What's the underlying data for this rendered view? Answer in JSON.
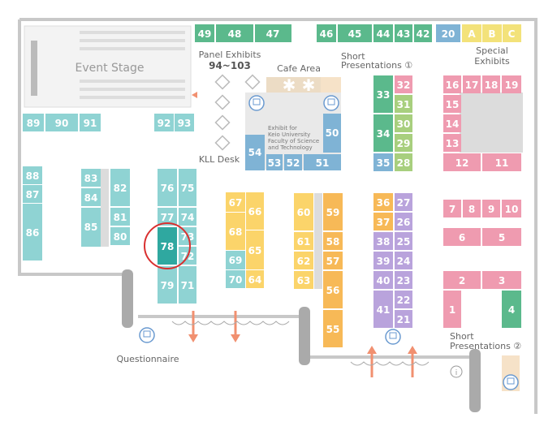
{
  "labels": {
    "event_stage": "Event Stage",
    "panel_exhibits": "Panel Exhibits",
    "panel_range": "94~103",
    "cafe_area": "Cafe Area",
    "short_pres_1": "Short",
    "short_pres_1b": "Presentations ①",
    "special": "Special",
    "special_b": "Exhibits",
    "keio_1": "Exhibit for",
    "keio_2": "Keio University",
    "keio_3": "Faculty of Science",
    "keio_4": "and Technology",
    "kll_desk": "KLL Desk",
    "short_pres_2": "Short",
    "short_pres_2b": "Presentations ②",
    "questionnaire": "Questionnaire"
  },
  "colors": {
    "green": "#5bb98c",
    "blue": "#7fb3d5",
    "teal": "#8fd3d3",
    "highlight": "#2fa8a0",
    "orange": "#f7b957",
    "yellow": "#fbd46a",
    "purple": "#b9a3dc",
    "pink": "#ef9bb0",
    "gray": "#d5d5d5",
    "specialc": "#f3e27a"
  },
  "booths": {
    "b49": "49",
    "b48": "48",
    "b47": "47",
    "b46": "46",
    "b45": "45",
    "b44": "44",
    "b43": "43",
    "b42": "42",
    "b20": "20",
    "bA": "A",
    "bB": "B",
    "bC": "C",
    "b89": "89",
    "b90": "90",
    "b91": "91",
    "b92": "92",
    "b93": "93",
    "b88": "88",
    "b87": "87",
    "b86": "86",
    "b83": "83",
    "b84": "84",
    "b85": "85",
    "b82": "82",
    "b81": "81",
    "b80": "80",
    "b76": "76",
    "b75": "75",
    "b77": "77",
    "b74": "74",
    "b78": "78",
    "b73": "73",
    "b72": "72",
    "b79": "79",
    "b71": "71",
    "b67": "67",
    "b66": "66",
    "b68": "68",
    "b65": "65",
    "b69": "69",
    "b70": "70",
    "b64": "64",
    "b60": "60",
    "b59": "59",
    "b61": "61",
    "b58": "58",
    "b62": "62",
    "b57": "57",
    "b63": "63",
    "b56": "56",
    "b55": "55",
    "b54": "54",
    "b53": "53",
    "b52": "52",
    "b51": "51",
    "b50": "50",
    "b33": "33",
    "b32": "32",
    "b31": "31",
    "b34": "34",
    "b30": "30",
    "b29": "29",
    "b35": "35",
    "b28": "28",
    "b36": "36",
    "b27": "27",
    "b37": "37",
    "b26": "26",
    "b38": "38",
    "b25": "25",
    "b39": "39",
    "b24": "24",
    "b40": "40",
    "b23": "23",
    "b41": "41",
    "b22": "22",
    "b21": "21",
    "b16": "16",
    "b17": "17",
    "b18": "18",
    "b19": "19",
    "b15": "15",
    "b14": "14",
    "b13": "13",
    "b12": "12",
    "b11": "11",
    "b7": "7",
    "b8": "8",
    "b9": "9",
    "b10": "10",
    "b6": "6",
    "b5": "5",
    "b2": "2",
    "b3": "3",
    "b1": "1",
    "b4": "4"
  },
  "highlighted_booth": "78"
}
